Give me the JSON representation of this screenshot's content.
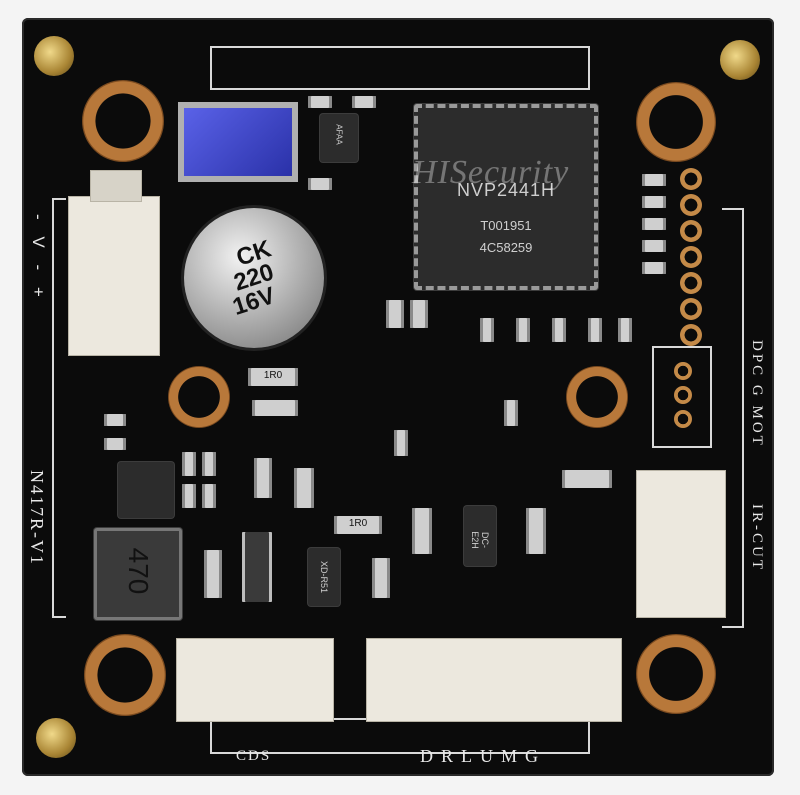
{
  "chip_main": {
    "part": "NVP2441H",
    "line2": "T001951",
    "line3": "4C58259"
  },
  "watermark": "HISecurity",
  "capacitor": {
    "line1": "CK",
    "line2": "220",
    "line3": "16V"
  },
  "inductor": {
    "label": "470"
  },
  "resistors": {
    "r1": "1R0",
    "r2": "1R0"
  },
  "small_ics": {
    "u1": "XD-R51",
    "u2": "DC-E2H",
    "u3": "AFAA"
  },
  "silkscreen": {
    "power": "- V - +",
    "board_id": "N417R-V1",
    "right_top": "DPC G MOT",
    "right_mid": "IR-CUT",
    "bottom_left": "CDS",
    "bottom_right": "DRLUMG"
  },
  "colors": {
    "board": "#0b0b0b",
    "silkscreen": "#e8e8e8",
    "copper": "#b8783a",
    "blue_component": "#3f47c8"
  }
}
